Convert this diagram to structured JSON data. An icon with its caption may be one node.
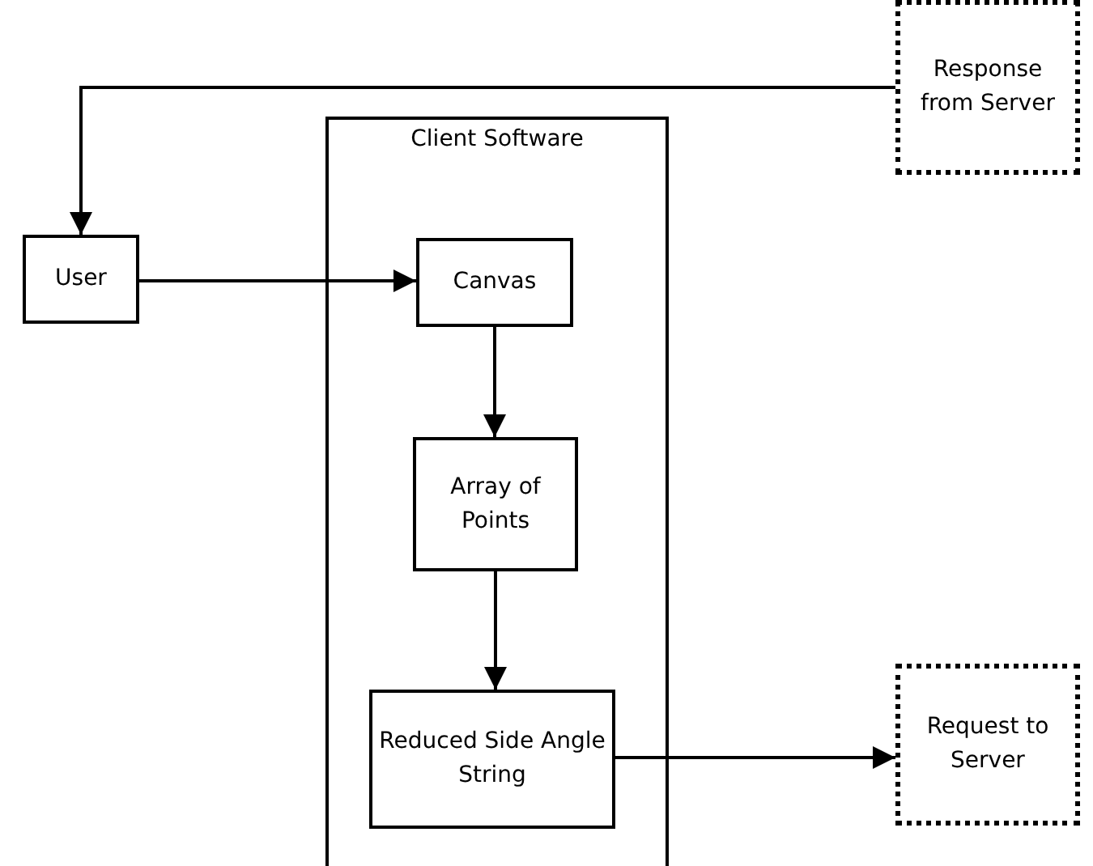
{
  "diagram": {
    "nodes": [
      {
        "text": [
          "Client Software"
        ]
      },
      {
        "text": [
          "Response from Server"
        ]
      },
      {
        "text": [
          "User"
        ]
      },
      {
        "text": [
          "Canvas"
        ],
        "in": 0
      },
      {
        "text": [
          "Array of Points"
        ],
        "in": 0
      },
      {
        "text": [
          "Reduced Side Angle String"
        ],
        "in": 0
      },
      {
        "text": [
          "Request to Server"
        ]
      }
    ],
    "edges": [
      {
        "from": 1,
        "to": 2,
        "arrow": "to"
      },
      {
        "from": 2,
        "to": 3,
        "arrow": "to"
      },
      {
        "from": 3,
        "to": 4,
        "arrow": "to"
      },
      {
        "from": 4,
        "to": 5,
        "arrow": "to"
      },
      {
        "from": 5,
        "to": 6,
        "arrow": "to"
      }
    ]
  }
}
